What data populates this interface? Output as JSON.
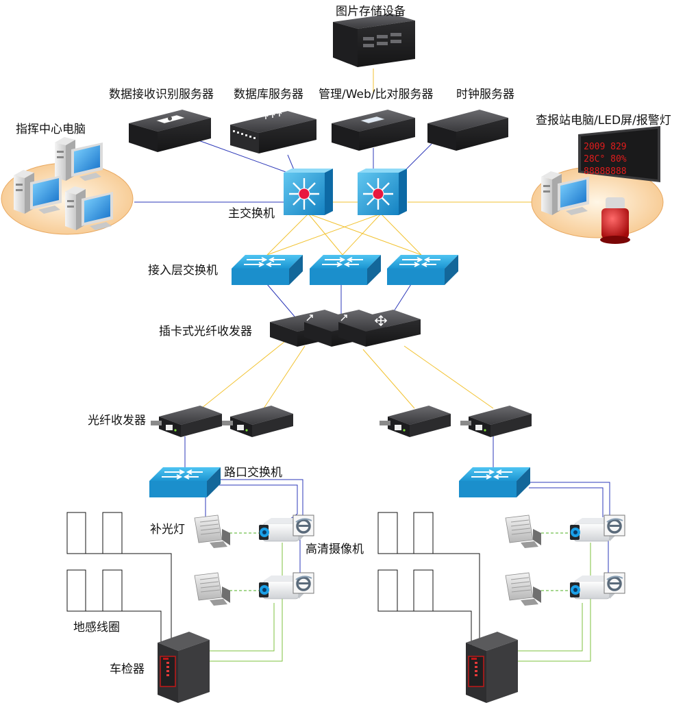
{
  "labels": {
    "picture_storage": "图片存储设备",
    "data_recv_server": "数据接收识别服务器",
    "database_server": "数据库服务器",
    "mgmt_server": "管理/Web/比对服务器",
    "clock_server": "时钟服务器",
    "command_pc": "指挥中心电脑",
    "checkpoint_pc": "查报站电脑/LED屏/报警灯",
    "core_switch": "主交换机",
    "access_switch": "接入层交换机",
    "card_transceiver": "插卡式光纤收发器",
    "fiber_transceiver": "光纤收发器",
    "intersection_switch": "路口交换机",
    "fill_light": "补光灯",
    "hd_camera": "高清摄像机",
    "loop_coil": "地感线圈",
    "vehicle_detector": "车检器"
  },
  "led_display": {
    "line1": "2009 829",
    "line2": "28C° 80%",
    "line3": "88888888"
  },
  "colors": {
    "blue_link": "#2b37b8",
    "fiber_link": "#f2c230",
    "green_link": "#7ec23c",
    "dashed_link": "#6fbf4a",
    "switch_blue": "#1e9ad6",
    "device_dark": "#3c3c3e"
  }
}
